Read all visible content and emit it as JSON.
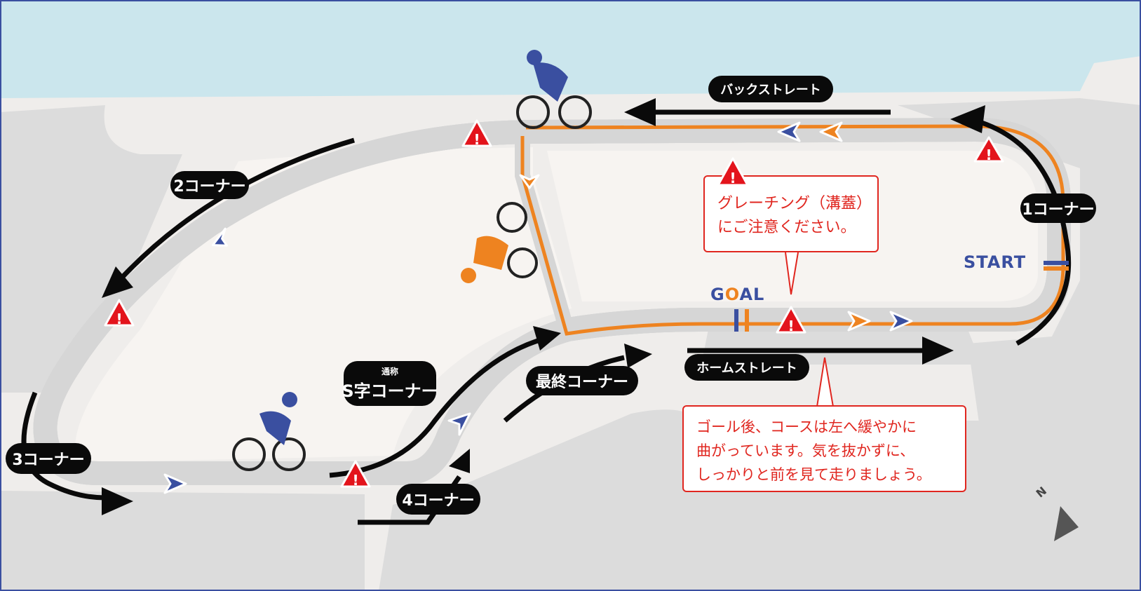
{
  "labels": {
    "back_straight": "バックストレート",
    "home_straight": "ホームストレート",
    "corner1": "1コーナー",
    "corner2": "2コーナー",
    "corner3": "3コーナー",
    "corner4": "4コーナー",
    "s_corner_nickname": "通称",
    "s_corner": "S字コーナー",
    "final_corner": "最終コーナー",
    "start": "START",
    "goal_g": "G",
    "goal_o": "O",
    "goal_al": "AL"
  },
  "callouts": {
    "grating": [
      "グレーチング（溝蓋）",
      "にご注意ください。"
    ],
    "after_goal": [
      "ゴール後、コースは左へ緩やかに",
      "曲がっています。気を抜かずに、",
      "しっかりと前を見て走りましょう。"
    ]
  },
  "compass": {
    "north": "N"
  },
  "colors": {
    "course_blue": "#3a4fa0",
    "course_orange": "#ee8320",
    "road_yellow": "#f4f2a8",
    "warning_red": "#e3141c",
    "sea": "#cbe6ed"
  },
  "icons": [
    "warning-icon",
    "cyclist-icon",
    "direction-arrow-icon",
    "north-arrow-icon"
  ]
}
